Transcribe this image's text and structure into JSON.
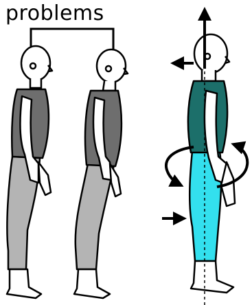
{
  "title": "problems",
  "colors": {
    "shirt_problem": "#6e6e6e",
    "pants_problem": "#b4b4b4",
    "shirt_good": "#1c6f6a",
    "pants_good": "#33e0ee",
    "skin": "#ffffff",
    "outline": "#000000"
  },
  "icons": {
    "bracket": "bracket-connector",
    "plumb_line": "dashed-plumb-line",
    "arrows": [
      "arrow-up-icon",
      "arrow-left-icon",
      "rotate-left-icon",
      "rotate-right-icon",
      "arrow-right-icon"
    ]
  }
}
